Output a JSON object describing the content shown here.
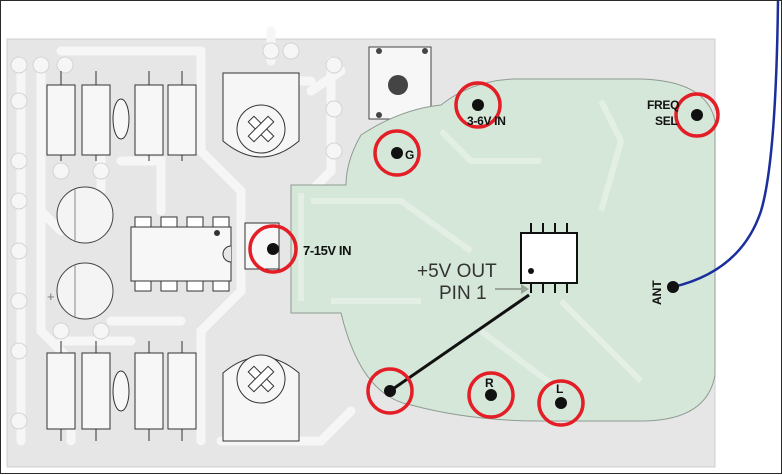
{
  "labels": {
    "in_3_6v": "3-6V IN",
    "ground": "G",
    "freq_sel_1": "FREQ",
    "freq_sel_2": "SEL",
    "in_7_15v": "7-15V IN",
    "out_5v": "+5V OUT",
    "pin1": "PIN 1",
    "antenna": "ANT",
    "right": "R",
    "left": "L",
    "plus_mark": "+"
  },
  "colors": {
    "board": "#e6e6e6",
    "trace": "#f5f5f5",
    "green_module": "#d5e7d9",
    "marker_ring": "#e41e26",
    "ink": "#111111",
    "antenna_wire": "#1a2f9c"
  }
}
